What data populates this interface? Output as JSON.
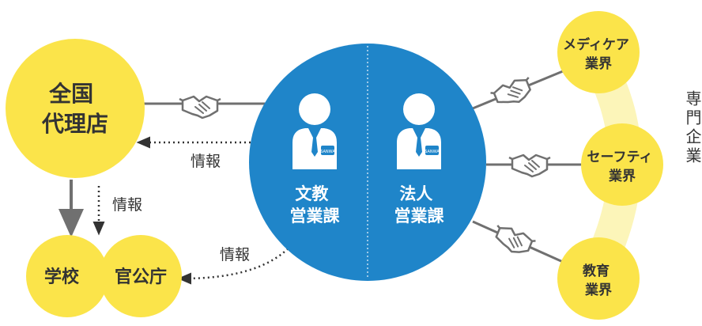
{
  "nodes": {
    "national_agency": {
      "lines": [
        "全国",
        "代理店"
      ]
    },
    "school": {
      "label": "学校"
    },
    "government": {
      "label": "官公庁"
    },
    "education_sales": {
      "lines": [
        "文教",
        "営業課"
      ]
    },
    "corporate_sales": {
      "lines": [
        "法人",
        "営業課"
      ]
    },
    "media_industry": {
      "lines": [
        "メディケア",
        "業界"
      ]
    },
    "safety_industry": {
      "lines": [
        "セーフティ",
        "業界"
      ]
    },
    "education_industry": {
      "lines": [
        "教育",
        "業界"
      ]
    },
    "specialty_companies": {
      "label": "専門企業"
    }
  },
  "info_labels": [
    "情報",
    "情報",
    "情報"
  ],
  "badge_text": "SANWA",
  "colors": {
    "yellow": "#FBE44A",
    "blue": "#1F85C9",
    "band": "#FCF5B9",
    "line": "#707070",
    "text": "#333333"
  }
}
